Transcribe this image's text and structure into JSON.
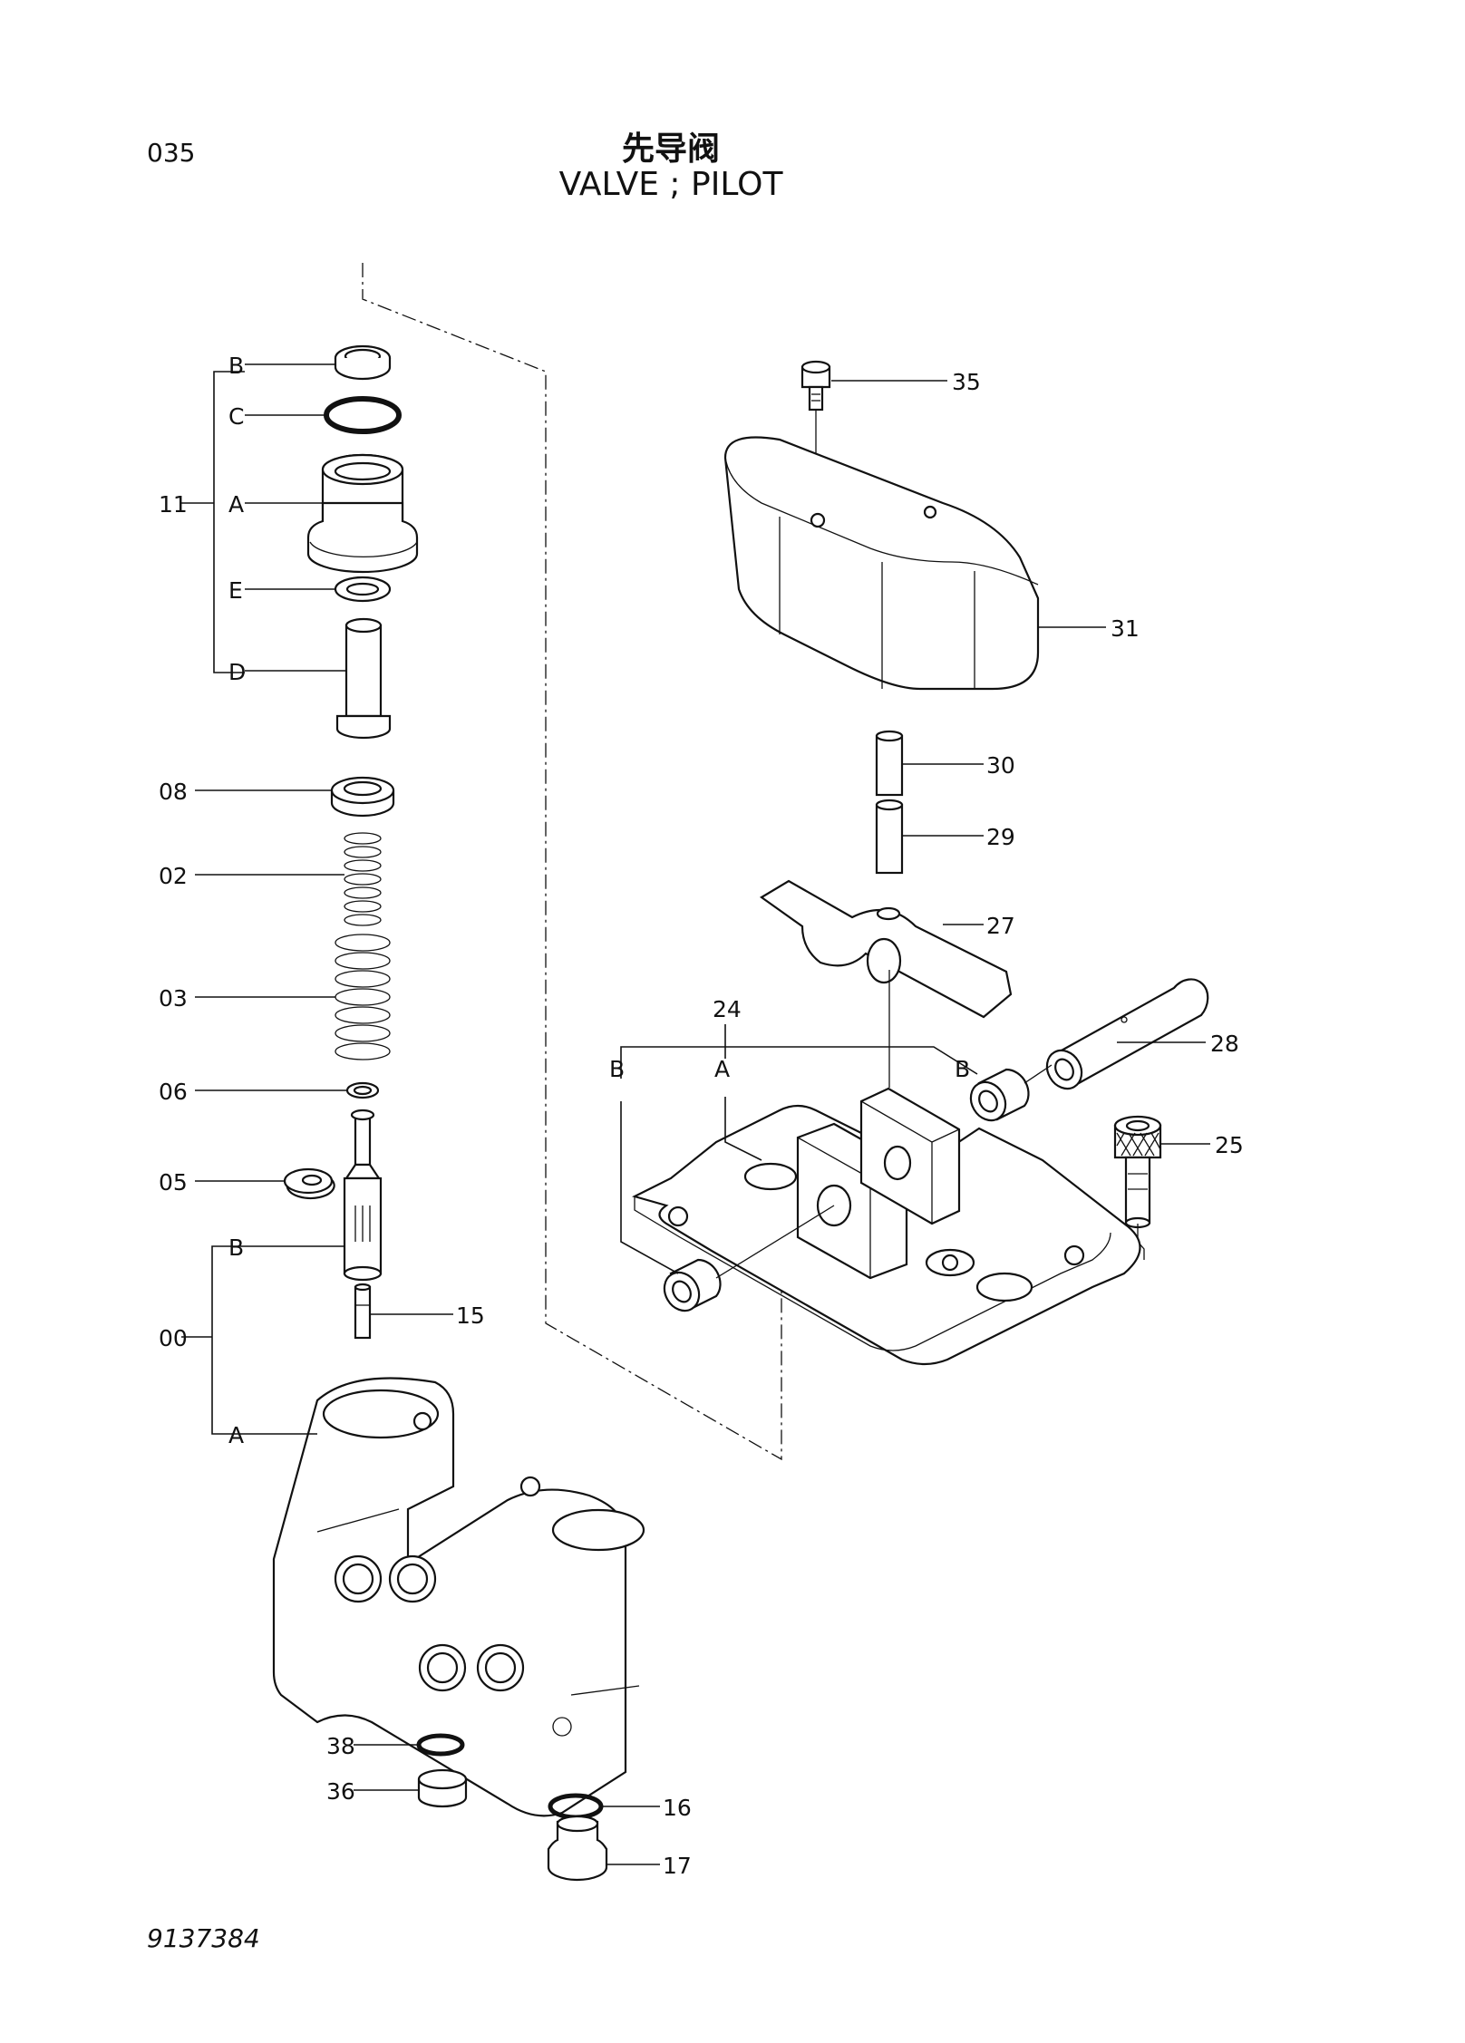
{
  "header": {
    "page_number": "035",
    "title_cn": "先导阀",
    "title_en": "VALVE ; PILOT"
  },
  "footer": {
    "drawing_number": "9137384"
  },
  "callouts": {
    "p35": "35",
    "p31": "31",
    "p30": "30",
    "p29": "29",
    "p27": "27",
    "p24": "24",
    "p24A": "A",
    "p24B_left": "B",
    "p24B_right": "B",
    "p28": "28",
    "p25": "25",
    "p11": "11",
    "p11B": "B",
    "p11C": "C",
    "p11A": "A",
    "p11E": "E",
    "p11D": "D",
    "p08": "08",
    "p02": "02",
    "p03": "03",
    "p06": "06",
    "p05": "05",
    "p00": "00",
    "p00B": "B",
    "p00A": "A",
    "p15": "15",
    "p38": "38",
    "p36": "36",
    "p16": "16",
    "p17": "17"
  }
}
